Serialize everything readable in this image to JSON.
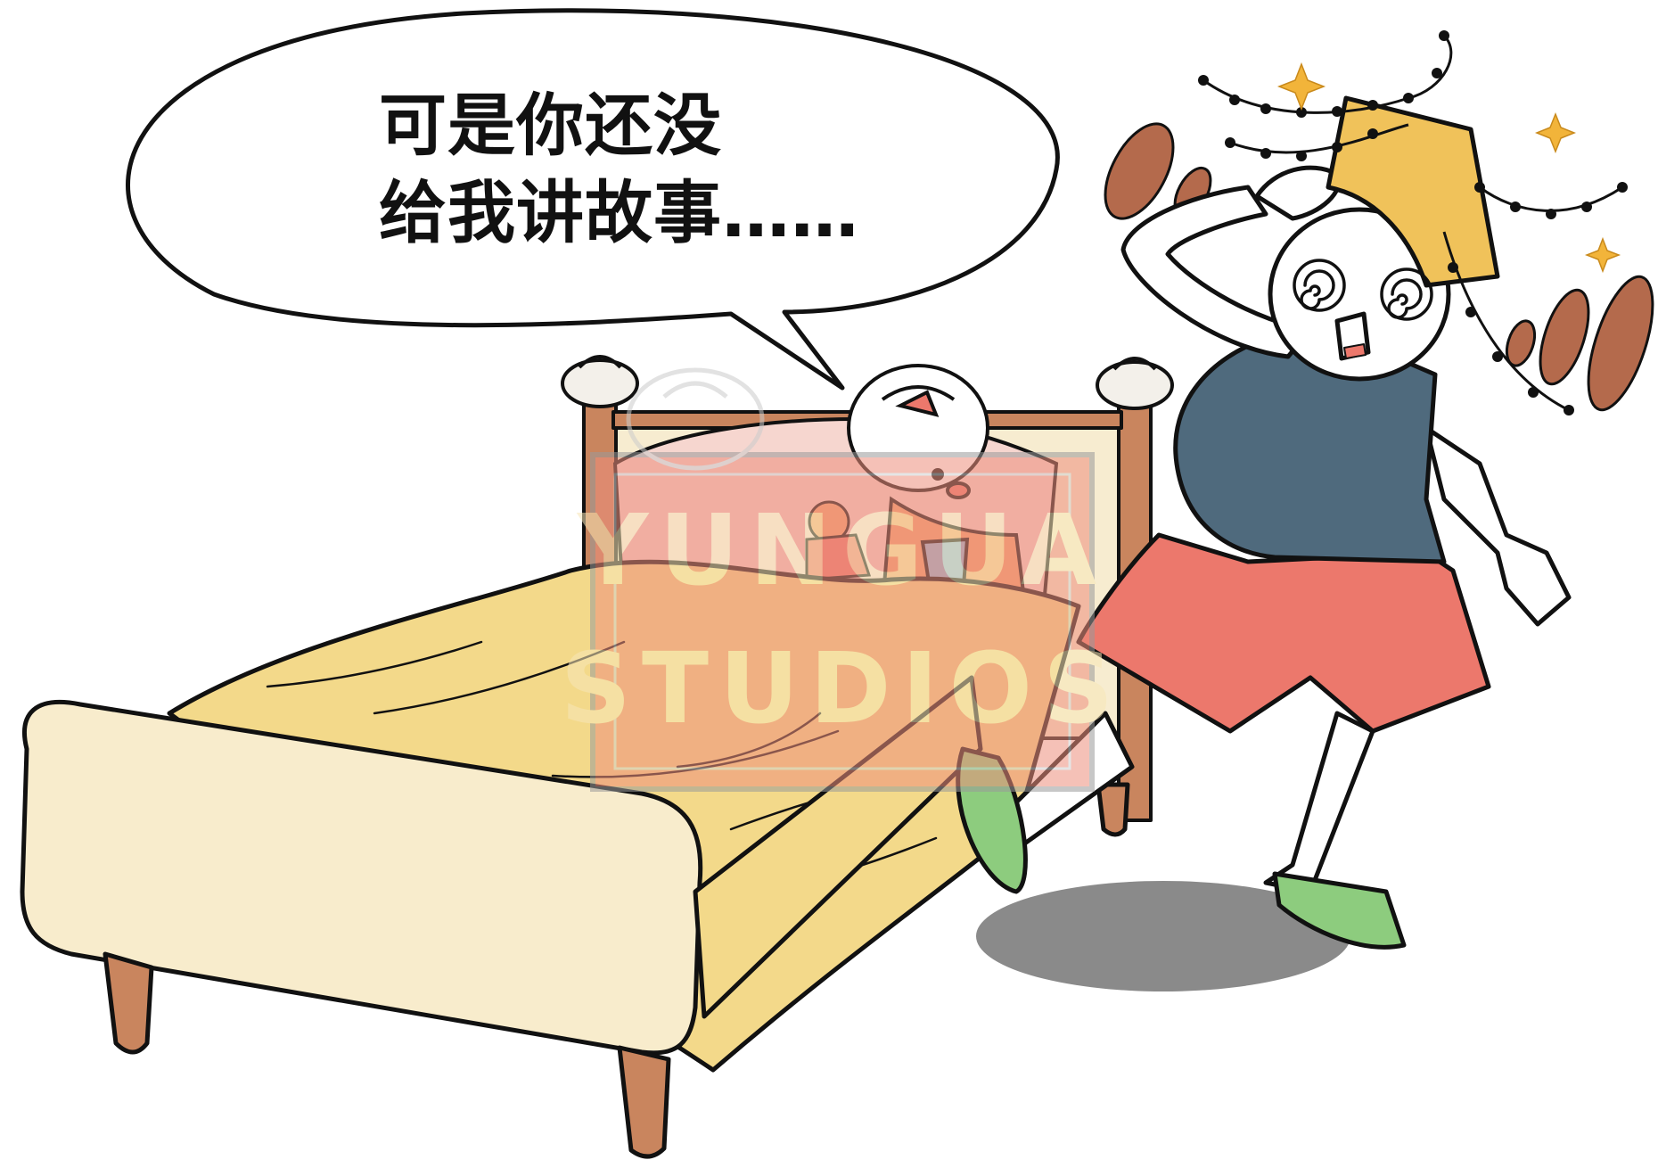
{
  "speech_bubble": {
    "line1": "可是你还没",
    "line2": "给我讲故事……"
  },
  "watermark": {
    "text_line1": "YUNGUA",
    "text_line2": "STUDIOS"
  },
  "colors": {
    "outline": "#111111",
    "bed_frame": "#c9855e",
    "mattress": "#f8eccc",
    "blanket": "#f3d98a",
    "pillow": "#f6d6cf",
    "tank_top": "#4f6a7d",
    "shorts": "#ec786c",
    "slipper": "#8dcc7e",
    "shadow": "#8a8a8a",
    "motion_marks": "#b46a4c",
    "sparkle": "#f2b43a",
    "hat": "#f0c25a",
    "watermark": "#ee8f7d"
  },
  "icons": [
    "dizzy-spiral-eyes",
    "sparkle-star",
    "steamed-bun-character",
    "bedpost-bun-finial"
  ]
}
